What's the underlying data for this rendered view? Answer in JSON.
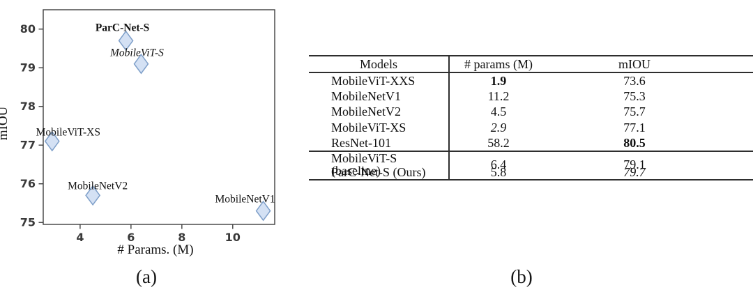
{
  "figure": {
    "caption_a": "(a)",
    "caption_b": "(b)"
  },
  "chart_data": [
    {
      "type": "scatter",
      "title": "",
      "xlabel": "# Params. (M)",
      "ylabel": "mIOU",
      "x_ticks": [
        4,
        6,
        8,
        10
      ],
      "y_ticks": [
        75,
        76,
        77,
        78,
        79,
        80
      ],
      "xlim": [
        2.55,
        11.65
      ],
      "ylim": [
        74.95,
        80.5
      ],
      "grid": false,
      "legend": "none",
      "marker": "diamond",
      "points": [
        {
          "label": "ParC-Net-S",
          "x": 5.8,
          "y": 79.7,
          "label_style": "bold",
          "label_dx": -5,
          "label_dy": -14
        },
        {
          "label": "MobileViT-S",
          "x": 6.4,
          "y": 79.1,
          "label_style": "italic",
          "label_dx": -6,
          "label_dy": -11
        },
        {
          "label": "MobileViT-XS",
          "x": 2.9,
          "y": 77.1,
          "label_style": "normal",
          "label_dx": 23,
          "label_dy": -8
        },
        {
          "label": "MobileNetV2",
          "x": 4.5,
          "y": 75.7,
          "label_style": "normal",
          "label_dx": 7,
          "label_dy": -9
        },
        {
          "label": "MobileNetV1",
          "x": 11.2,
          "y": 75.3,
          "label_style": "normal",
          "label_dx": -26,
          "label_dy": -12
        }
      ],
      "colors": {
        "marker_fill": "#d4e1f4",
        "marker_stroke": "#7e9fc9",
        "axis": "#3f3f3f",
        "tick_label": "#3a3a3a",
        "label_text": "#111111"
      }
    },
    {
      "type": "table",
      "title": "",
      "columns": [
        "Models",
        "# params (M)",
        "mIOU"
      ],
      "rows": [
        {
          "model": "MobileViT-XXS",
          "params": "1.9",
          "params_style": "bold",
          "miou": "73.6",
          "miou_style": "normal",
          "group": "main"
        },
        {
          "model": "MobileNetV1",
          "params": "11.2",
          "params_style": "normal",
          "miou": "75.3",
          "miou_style": "normal",
          "group": "main"
        },
        {
          "model": "MobileNetV2",
          "params": "4.5",
          "params_style": "normal",
          "miou": "75.7",
          "miou_style": "normal",
          "group": "main"
        },
        {
          "model": "MobileViT-XS",
          "params": "2.9",
          "params_style": "italic",
          "miou": "77.1",
          "miou_style": "normal",
          "group": "main"
        },
        {
          "model": "ResNet-101",
          "params": "58.2",
          "params_style": "normal",
          "miou": "80.5",
          "miou_style": "bold",
          "group": "main"
        },
        {
          "model": "MobileViT-S (baseline)",
          "params": "6.4",
          "params_style": "normal",
          "miou": "79.1",
          "miou_style": "normal",
          "group": "ours"
        },
        {
          "model": "ParC-Net-S (Ours)",
          "params": "5.8",
          "params_style": "normal",
          "miou": "79.7",
          "miou_style": "italic",
          "group": "ours"
        }
      ]
    }
  ]
}
